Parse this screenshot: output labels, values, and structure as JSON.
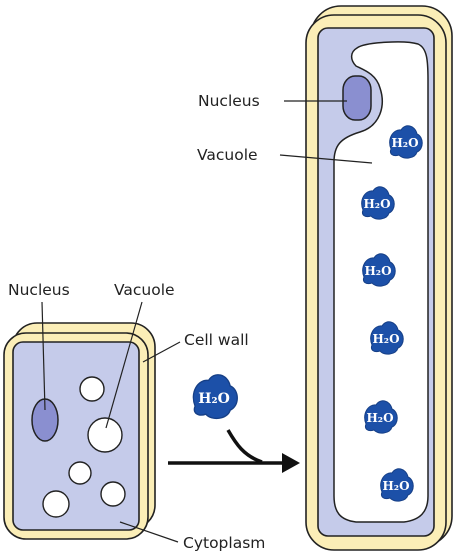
{
  "labels": {
    "small_nucleus": "Nucleus",
    "small_vacuole": "Vacuole",
    "cell_wall": "Cell wall",
    "cytoplasm": "Cytoplasm",
    "large_nucleus": "Nucleus",
    "large_vacuole": "Vacuole"
  },
  "water_label": "H₂O",
  "colors": {
    "cell_wall": "#fbeeb7",
    "cytoplasm": "#c5cbea",
    "nucleus": "#8a8fd0",
    "vacuole": "#ffffff",
    "water": "#1c50a8",
    "outline": "#222222"
  }
}
